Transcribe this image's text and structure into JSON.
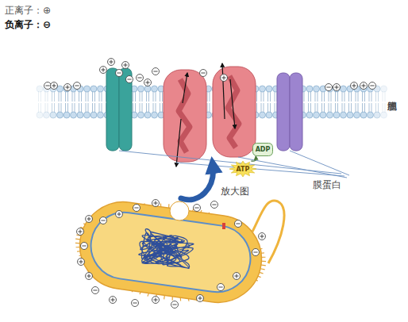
{
  "diagram": {
    "nodes": [
      {
        "text": [
          "ATP"
        ]
      },
      {
        "text": [
          "ADP"
        ]
      }
    ],
    "edges": [
      {
        "from": 0,
        "to": 1,
        "arrow": "to"
      }
    ],
    "labels": [
      "细胞膜",
      "膜蛋白",
      "放大图"
    ],
    "legend": [
      {
        "text": "正离子：⊕"
      },
      {
        "text": "负离子：⊖"
      }
    ]
  }
}
